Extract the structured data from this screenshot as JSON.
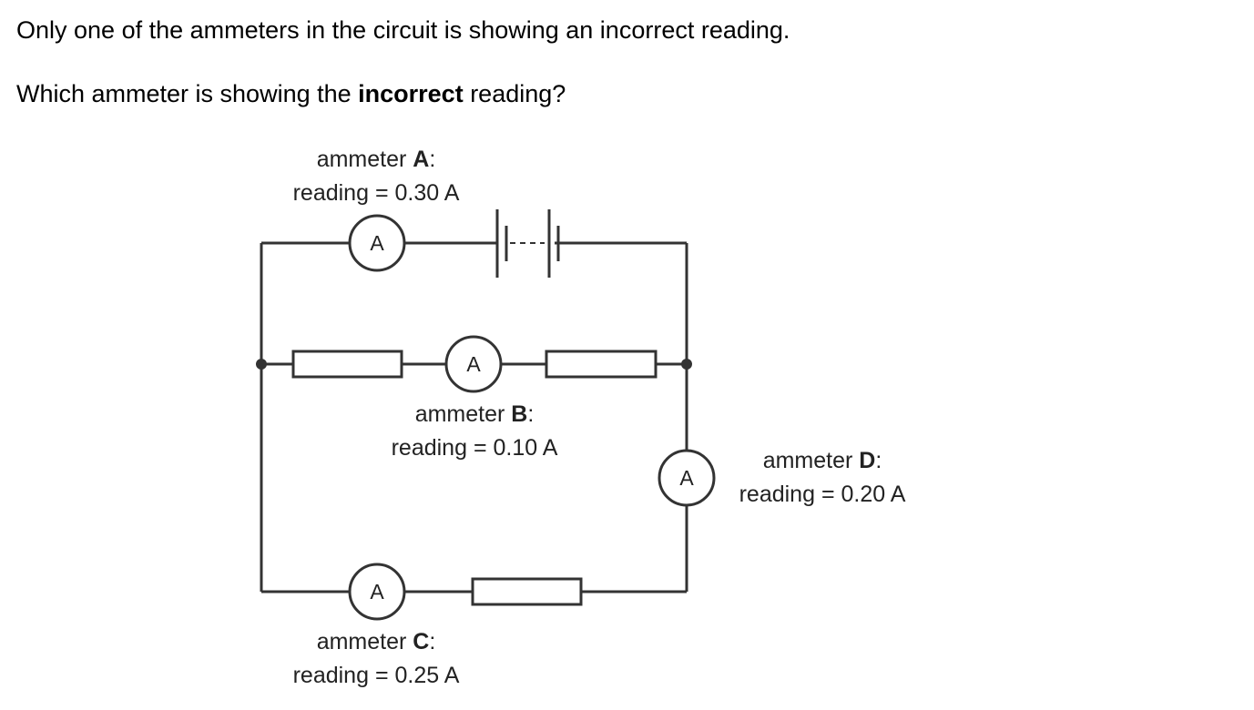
{
  "question": {
    "line1": "Only one of the ammeters in the circuit is showing an incorrect reading.",
    "line2_before": "Which ammeter is showing the ",
    "line2_bold": "incorrect",
    "line2_after": " reading?"
  },
  "meter_symbol": "A",
  "ammeters": [
    {
      "id": "A",
      "prefix": "ammeter ",
      "letter": "A",
      "suffix": ":",
      "reading": "reading = 0.30 A"
    },
    {
      "id": "B",
      "prefix": "ammeter ",
      "letter": "B",
      "suffix": ":",
      "reading": "reading = 0.10 A"
    },
    {
      "id": "C",
      "prefix": "ammeter ",
      "letter": "C",
      "suffix": ":",
      "reading": "reading = 0.25 A"
    },
    {
      "id": "D",
      "prefix": "ammeter ",
      "letter": "D",
      "suffix": ":",
      "reading": "reading = 0.20 A"
    }
  ]
}
